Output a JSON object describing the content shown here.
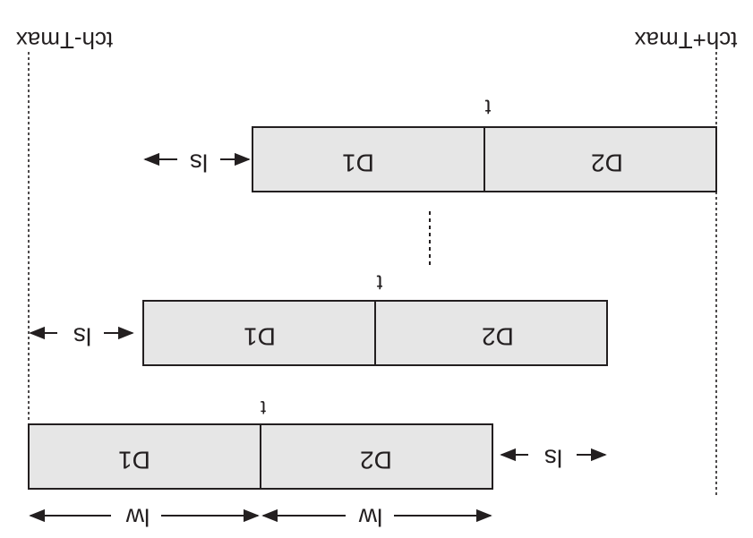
{
  "labels": {
    "left_bound": "tch-Tmax",
    "right_bound": "tch+Tmax",
    "window_a": "D1",
    "window_b": "D2",
    "shift": "ls",
    "window_len": "lw",
    "center": "t"
  },
  "colors": {
    "box_fill": "#e6e6e6",
    "stroke": "#231f20",
    "background": "#ffffff"
  },
  "rows": [
    {
      "name": "top-row",
      "ellipsis_above": false
    },
    {
      "name": "middle-row"
    },
    {
      "name": "bottom-row"
    }
  ],
  "orientation": "mirrored-horizontally"
}
